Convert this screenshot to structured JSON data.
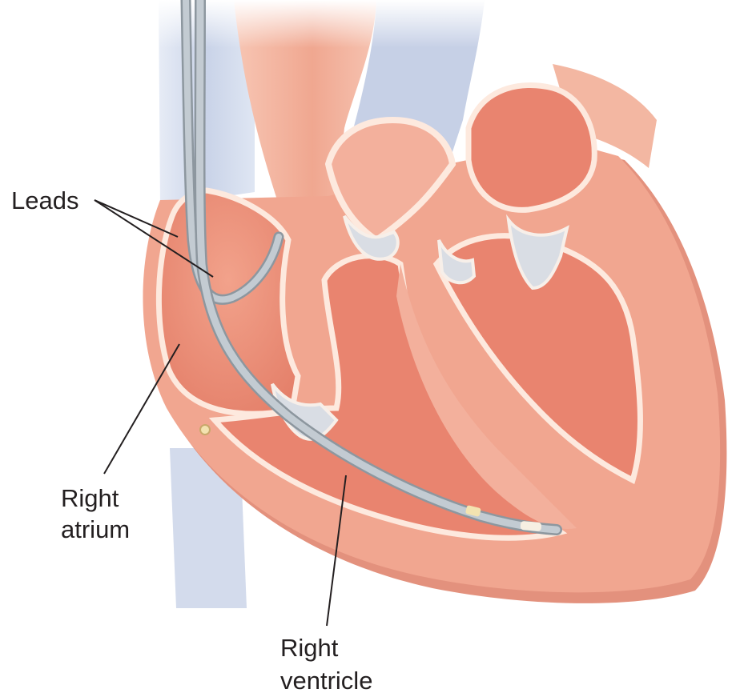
{
  "labels": {
    "leads": "Leads",
    "right_atrium_line1": "Right",
    "right_atrium_line2": "atrium",
    "right_ventricle_line1": "Right",
    "right_ventricle_line2": "ventricle"
  },
  "colors": {
    "background": "#ffffff",
    "wall": "#f0a58e",
    "wall_shadow": "#e08a76",
    "chamber": "#e8836e",
    "chamber_light": "#f3b09c",
    "endocardium_edge": "#fde9de",
    "vessel_blue": "#c9d3e8",
    "vessel_blue_dark": "#aebbd8",
    "valve": "#d9dde4",
    "lead": "#b8c1c9",
    "lead_edge": "#8d979f",
    "electrode": "#f3e3b0",
    "text": "#231f20"
  }
}
